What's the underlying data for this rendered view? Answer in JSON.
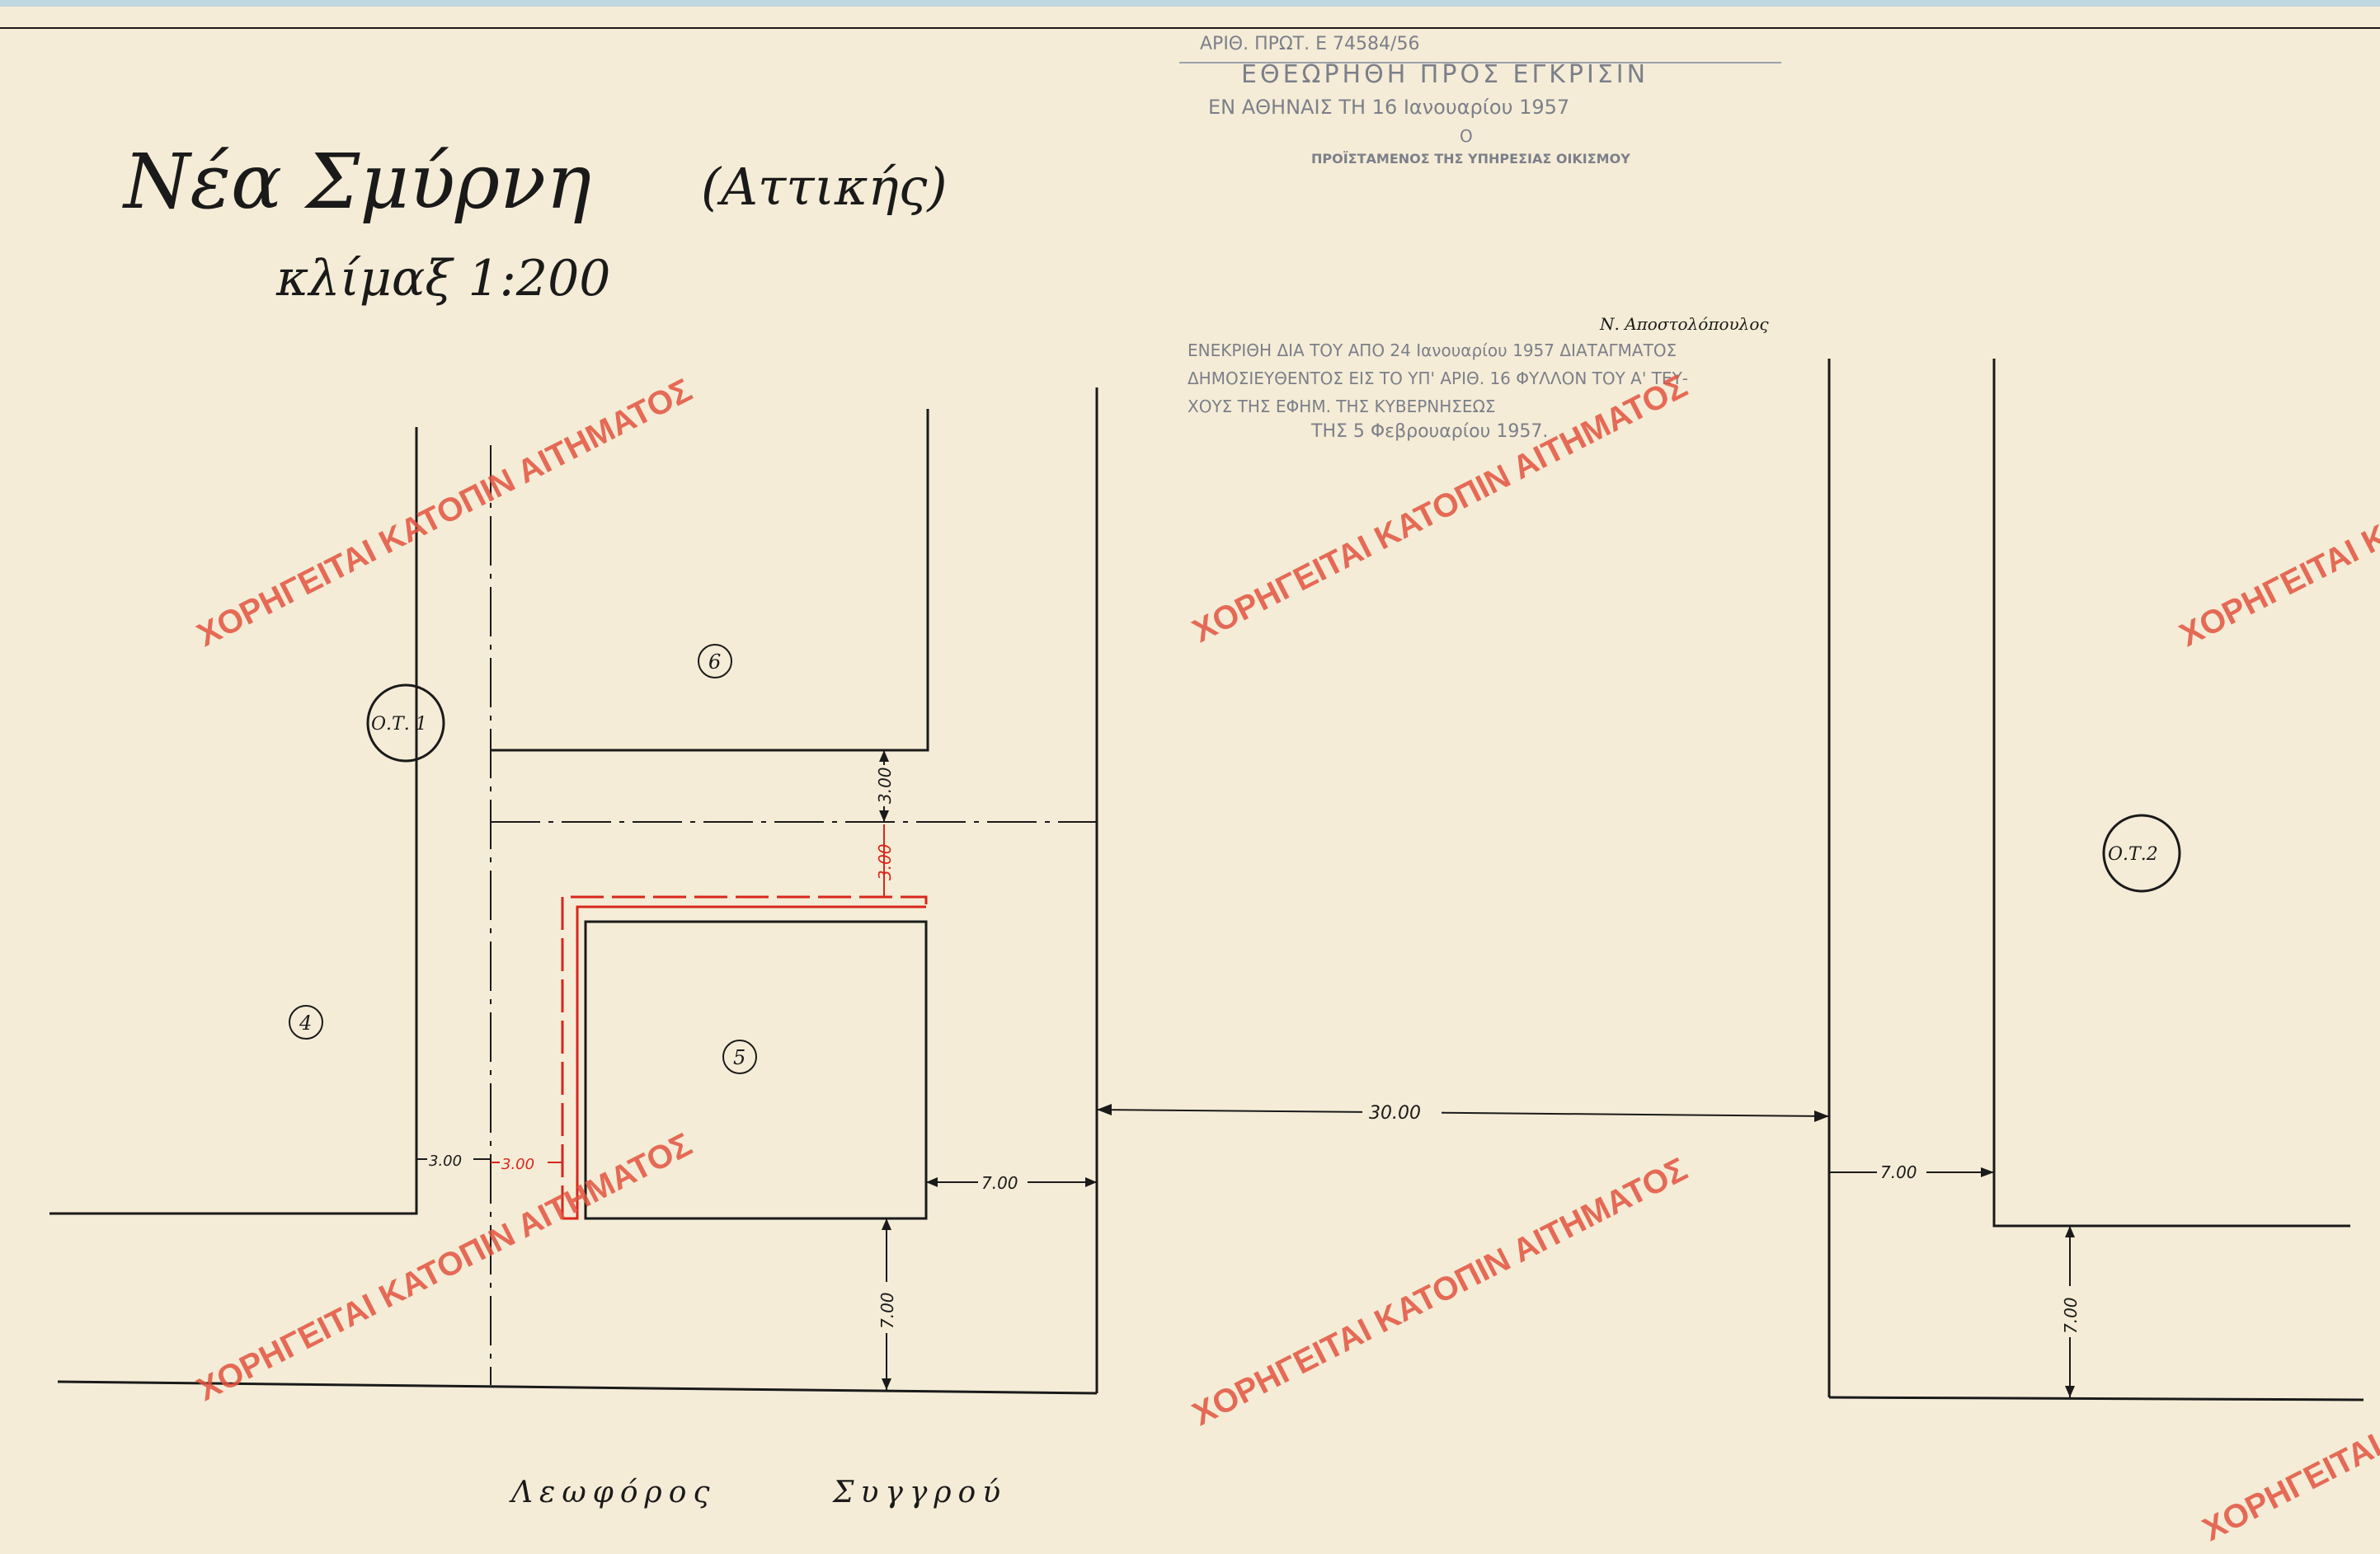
{
  "title": "Νέα Σμύρνη",
  "title_suffix": "(Αττικής)",
  "scale": "κλίμαξ 1:200",
  "stamp_top": {
    "line1": "ΑΡΙΘ. ΠΡΩΤ. Ε 74584/56",
    "line2": "ΕΘΕΩΡΗΘΗ ΠΡΟΣ ΕΓΚΡΙΣΙΝ",
    "line3": "ΕΝ ΑΘΗΝΑΙΣ ΤΗ 16 Ιανουαρίου 1957",
    "line4": "Ο",
    "line5": "ΠΡΟΪΣΤΑΜΕΝΟΣ ΤΗΣ ΥΠΗΡΕΣΙΑΣ ΟΙΚΙΣΜΟΥ"
  },
  "stamp_mid": {
    "signature": "Ν. Αποστολόπουλος",
    "line1": "ΕΝΕΚΡΙΘΗ ΔΙΑ ΤΟΥ ΑΠΟ 24 Ιανουαρίου 1957 ΔΙΑΤΑΓΜΑΤΟΣ",
    "line2": "ΔΗΜΟΣΙΕΥΘΕΝΤΟΣ ΕΙΣ ΤΟ ΥΠ' ΑΡΙΘ. 16 ΦΥΛΛΟΝ ΤΟΥ Α' ΤΕΥ-",
    "line3": "ΧΟΥΣ ΤΗΣ ΕΦΗΜ. ΤΗΣ ΚΥΒΕΡΝΗΣΕΩΣ",
    "line4": "ΤΗΣ 5 Φεβρουαρίου 1957."
  },
  "blocks": {
    "ot1": "Ο.Τ. 1",
    "ot2": "Ο.Τ.2"
  },
  "lots": {
    "lot4": "4",
    "lot5": "5",
    "lot6": "6"
  },
  "dimensions": {
    "d_300_vertical": "3.00",
    "d_300_red_vertical": "3.00",
    "d_300_left": "3.00",
    "d_300_red_left": "3.00",
    "d_700_mid": "7.00",
    "d_3000": "30.00",
    "d_700_right": "7.00",
    "d_700_bottom_left": "7.00",
    "d_700_bottom_right": "7.00"
  },
  "street": {
    "word1": "Λεωφόρος",
    "word2": "Συγγρού"
  },
  "watermark": "ΧΟΡΗΓΕΙΤΑΙ ΚΑΤΟΠΙΝ ΑΙΤΗΜΑΤΟΣ",
  "colors": {
    "paper": "#f4ecd6",
    "ink": "#1a1a1a",
    "red_line": "#d9261c",
    "watermark": "#e2533f",
    "stamp": "#7c7f8a"
  }
}
